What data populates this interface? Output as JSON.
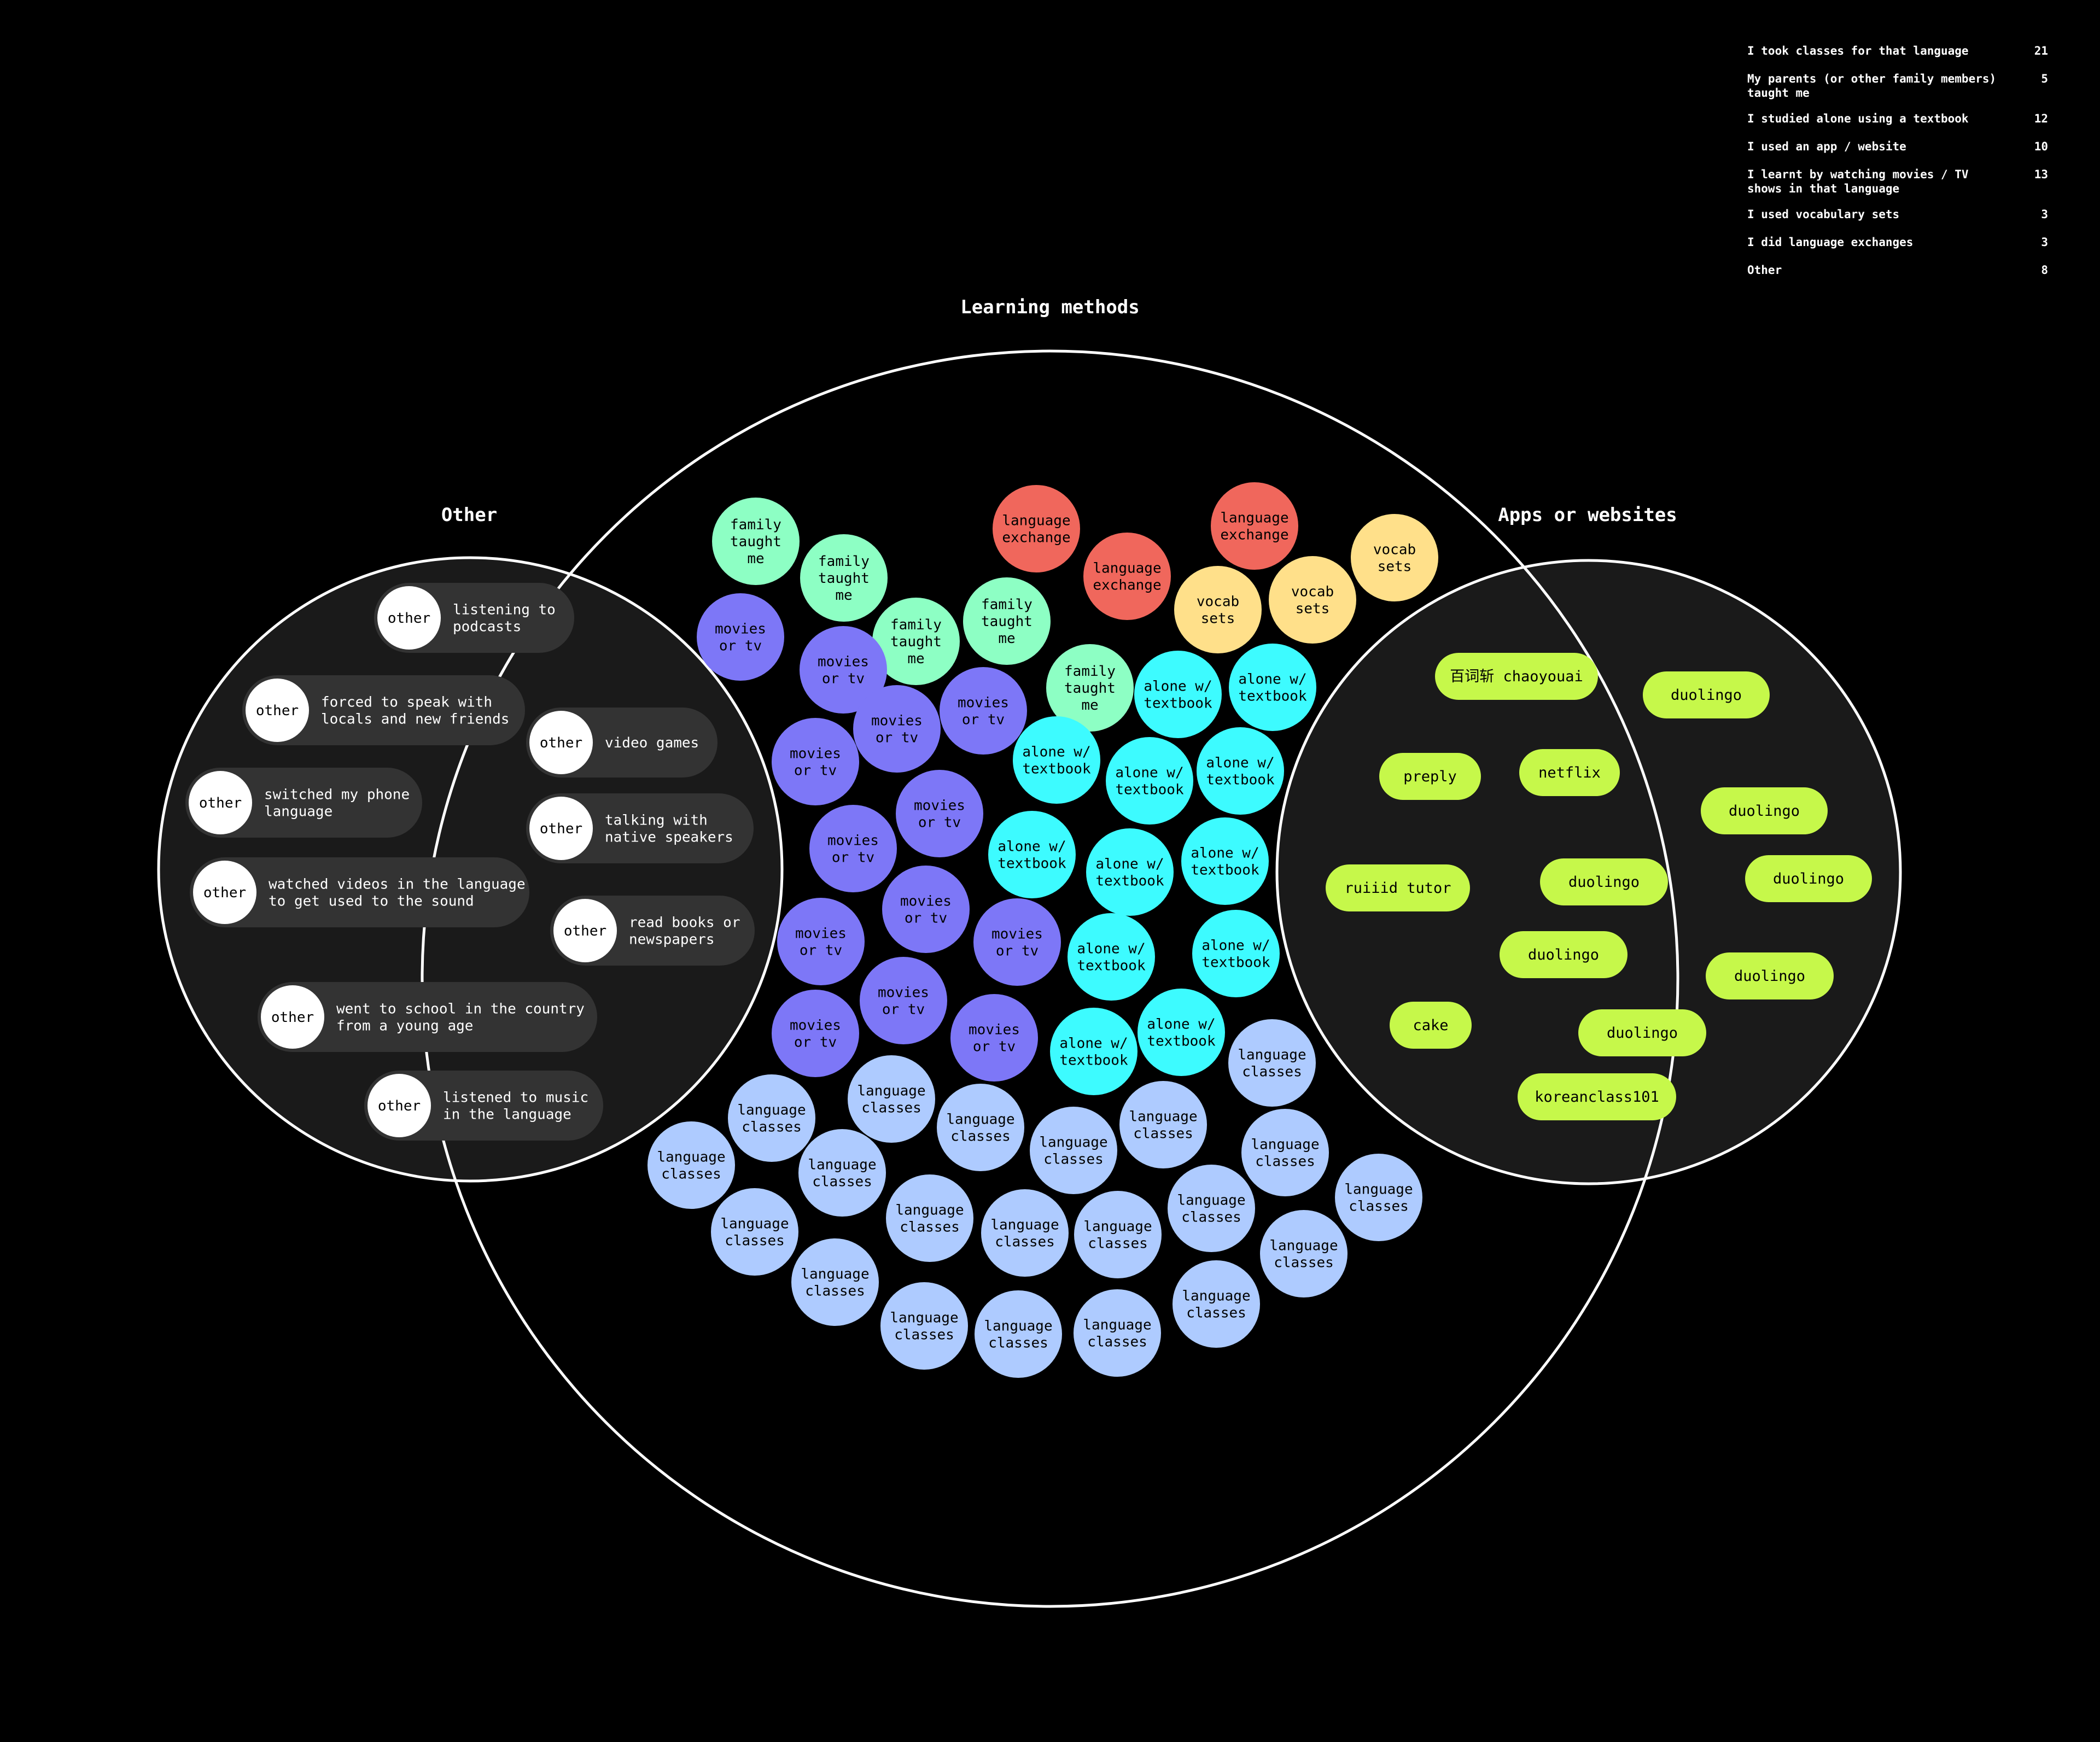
{
  "titles": {
    "learning": "Learning methods",
    "other": "Other",
    "apps": "Apps or websites"
  },
  "legend": [
    {
      "label": "I took classes for that language",
      "count": "21"
    },
    {
      "label": "My parents (or other family members)\ntaught me",
      "count": "5"
    },
    {
      "label": "I studied alone using a textbook",
      "count": "12"
    },
    {
      "label": "I used an app / website",
      "count": "10"
    },
    {
      "label": "I learnt by watching movies / TV\nshows in that language",
      "count": "13"
    },
    {
      "label": "I used vocabulary sets",
      "count": "3"
    },
    {
      "label": "I did language exchanges",
      "count": "3"
    },
    {
      "label": "Other",
      "count": "8"
    }
  ],
  "colors": {
    "classes": "#aecbff",
    "family": "#8dffc4",
    "textbook": "#3dfbff",
    "apps": "#c6f84a",
    "movies": "#7d77f7",
    "vocab": "#ffe08a",
    "exchange": "#f0675c",
    "other_badge": "#ffffff",
    "other_pill": "#333333",
    "venn_fill": "#1a1a1a"
  },
  "bubble_labels": {
    "classes": "language\nclasses",
    "family": "family\ntaught\nme",
    "textbook": "alone w/\ntextbook",
    "movies": "movies\nor tv",
    "vocab": "vocab\nsets",
    "exchange": "language\nexchange"
  },
  "apps": [
    "百词斩 chaoyouai",
    "duolingo",
    "preply",
    "netflix",
    "duolingo",
    "duolingo",
    "ruiiid tutor",
    "duolingo",
    "duolingo",
    "duolingo",
    "cake",
    "duolingo",
    "koreanclass101"
  ],
  "other_badge_label": "other",
  "others": [
    "listening to\npodcasts",
    "forced to speak with\nlocals and new friends",
    "video games",
    "switched my phone\nlanguage",
    "talking with\nnative speakers",
    "watched videos in the language\nto get used to the sound",
    "read books or\nnewspapers",
    "went to school in the country\nfrom a young age",
    "listened to music\nin the language"
  ]
}
